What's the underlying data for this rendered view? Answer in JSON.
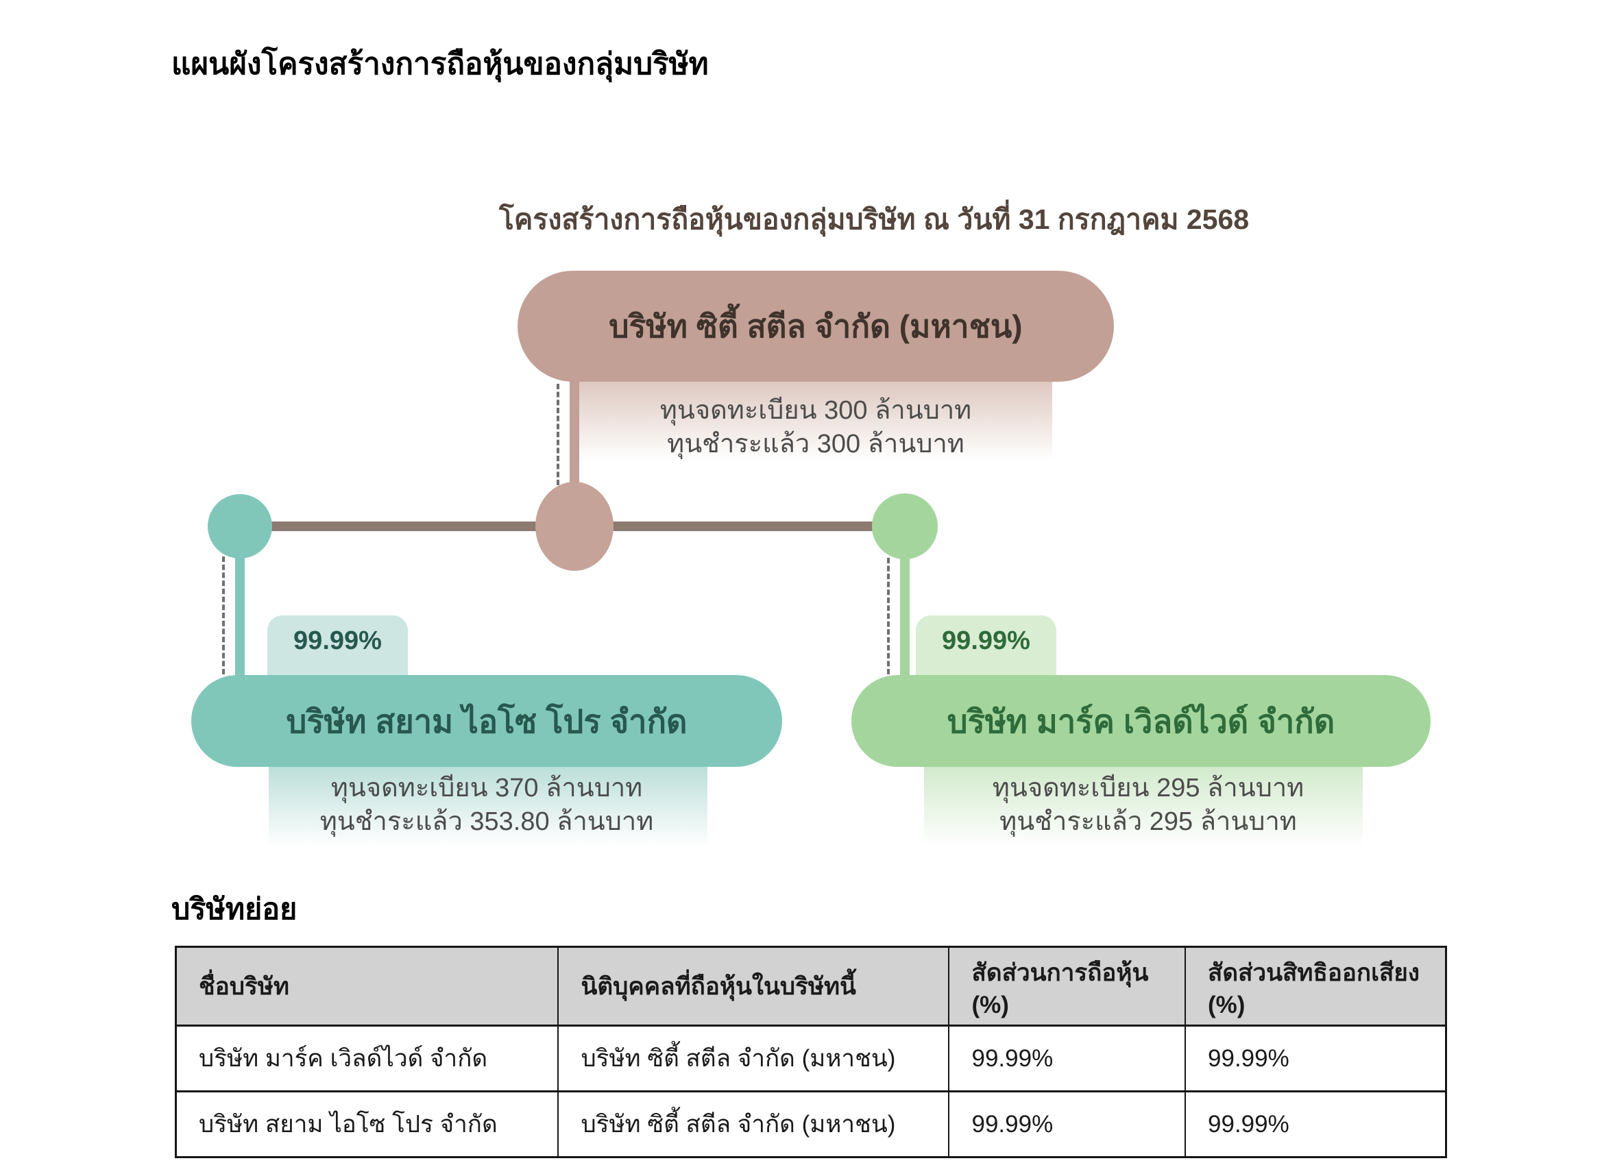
{
  "page": {
    "title": "แผนผังโครงสร้างการถือหุ้นของกลุ่มบริษัท"
  },
  "diagram": {
    "title": "โครงสร้างการถือหุ้นของกลุ่มบริษัท ณ วันที่ 31 กรกฎาคม 2568",
    "parent": {
      "name": "บริษัท ซิตี้ สตีล จำกัด (มหาชน)",
      "registered_capital": "ทุนจดทะเบียน 300 ล้านบาท",
      "paid_up_capital": "ทุนชำระแล้ว 300 ล้านบาท"
    },
    "subsidiaries": [
      {
        "name": "บริษัท สยาม ไอโซ โปร จำกัด",
        "ownership": "99.99%",
        "registered_capital": "ทุนจดทะเบียน 370 ล้านบาท",
        "paid_up_capital": "ทุนชำระแล้ว 353.80 ล้านบาท"
      },
      {
        "name": "บริษัท มาร์ค เวิลด์ไวด์ จำกัด",
        "ownership": "99.99%",
        "registered_capital": "ทุนจดทะเบียน 295 ล้านบาท",
        "paid_up_capital": "ทุนชำระแล้ว 295 ล้านบาท"
      }
    ]
  },
  "subsidiaries_section": {
    "heading": "บริษัทย่อย",
    "table": {
      "headers": [
        "ชื่อบริษัท",
        "นิติบุคคลที่ถือหุ้นในบริษัทนี้",
        "สัดส่วนการถือหุ้น (%)",
        "สัดส่วนสิทธิออกเสียง (%)"
      ],
      "rows": [
        [
          "บริษัท มาร์ค เวิลด์ไวด์ จำกัด",
          "บริษัท ซิตี้ สตีล จำกัด (มหาชน)",
          "99.99%",
          "99.99%"
        ],
        [
          "บริษัท สยาม ไอโซ โปร จำกัด",
          "บริษัท ซิตี้ สตีล จำกัด (มหาชน)",
          "99.99%",
          "99.99%"
        ]
      ]
    }
  },
  "colors": {
    "parent_node": "#c2a096",
    "connector": "#8d7a70",
    "teal_node": "#80c7ba",
    "teal_tag": "#cde6e1",
    "teal_text": "#27584f",
    "green_node": "#a4d59d",
    "green_tag": "#d9edd3",
    "green_text": "#2f6b3a",
    "diagram_title": "#53453c",
    "capital_text": "#4c4c4c",
    "header_bg": "#d2d2d2"
  }
}
